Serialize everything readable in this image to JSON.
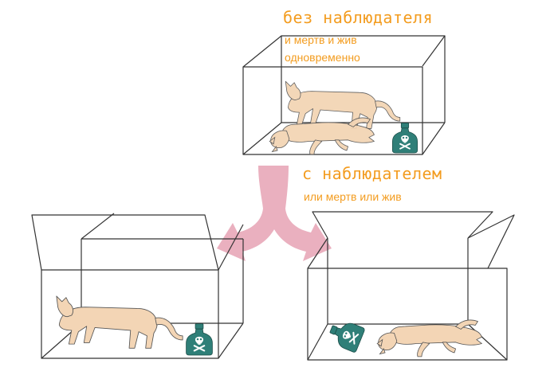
{
  "top_state": {
    "title": "без наблюдателя",
    "subtitle_line1": "и мертв и жив",
    "subtitle_line2": "одновременно"
  },
  "observed_state": {
    "title": "с наблюдателем",
    "subtitle": "или мертв или жив"
  },
  "colors": {
    "caption": "#f39c1f",
    "cat_fill": "#f3d5b5",
    "cat_stroke": "#555555",
    "bottle_fill": "#2f7f78",
    "arrow_fill": "#eab0bf",
    "box_stroke": "#333333"
  },
  "icons": [
    "cat",
    "poison-bottle-icon",
    "skull-crossbones-icon",
    "split-arrow-icon"
  ]
}
